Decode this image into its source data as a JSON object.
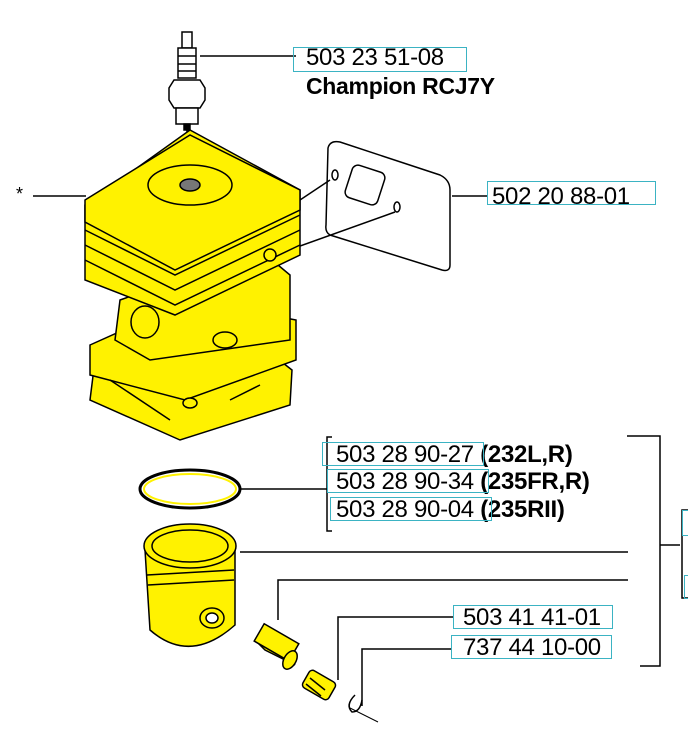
{
  "parts": {
    "spark_plug": {
      "part_no": "503 23 51-08",
      "note": "Champion RCJ7Y"
    },
    "gasket": {
      "part_no": "502 20 88-01"
    },
    "cylinder": {
      "marker": "*"
    },
    "piston_kits": [
      {
        "part_no": "503 28 90-27",
        "models": "(232L,R)"
      },
      {
        "part_no": "503 28 90-34",
        "models": "(235FR,R)"
      },
      {
        "part_no": "503 28 90-04",
        "models": "(235RII)"
      }
    ],
    "needle_bearing": {
      "part_no": "503 41 41-01"
    },
    "circlip": {
      "part_no": "737 44 10-00"
    }
  },
  "colors": {
    "part_fill": "#fff200",
    "link_box": "#3bb3c3",
    "line": "#000000"
  }
}
